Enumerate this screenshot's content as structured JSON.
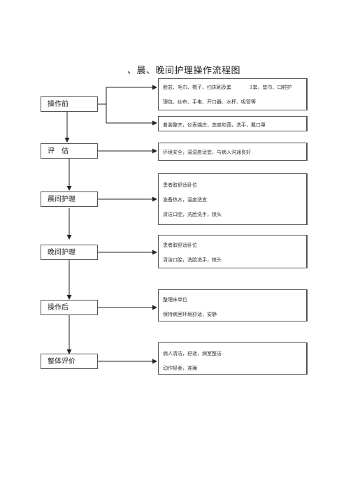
{
  "title": "、晨、晚间护理操作流程图",
  "steps": [
    {
      "label": "操作前",
      "notes": [
        {
          "lines": [
            "脸盆、毛巾、梳子、扫床刷及套",
            "理包、纱布、手电、开口器、水杯、吸管等"
          ],
          "extra": "1套，垫巾、口腔护"
        },
        {
          "lines": [
            "着装整齐，仪表端庄，态度和蔼，洗手，戴口罩"
          ]
        }
      ]
    },
    {
      "label": "评　估",
      "notes": [
        {
          "lines": [
            "环境安全，温湿度适宜，与病人沟通良好"
          ]
        }
      ]
    },
    {
      "label": "晨间护理",
      "notes": [
        {
          "lines": [
            "患者取舒适卧位",
            "准备热水，温度适宜",
            "清洁口腔，洗脸洗手，梳头"
          ]
        }
      ]
    },
    {
      "label": "晚间护理",
      "notes": [
        {
          "lines": [
            "患者取舒适卧位",
            "清洁口腔，洗脸洗手，梳头"
          ]
        }
      ]
    },
    {
      "label": "操作后",
      "notes": [
        {
          "lines": [
            "整理床单位",
            "保持病室环境舒适，安静"
          ]
        }
      ]
    },
    {
      "label": "整体评价",
      "notes": [
        {
          "lines": [
            "病人清洁，舒适，病室整洁",
            "动作轻柔，准确"
          ]
        }
      ]
    }
  ]
}
